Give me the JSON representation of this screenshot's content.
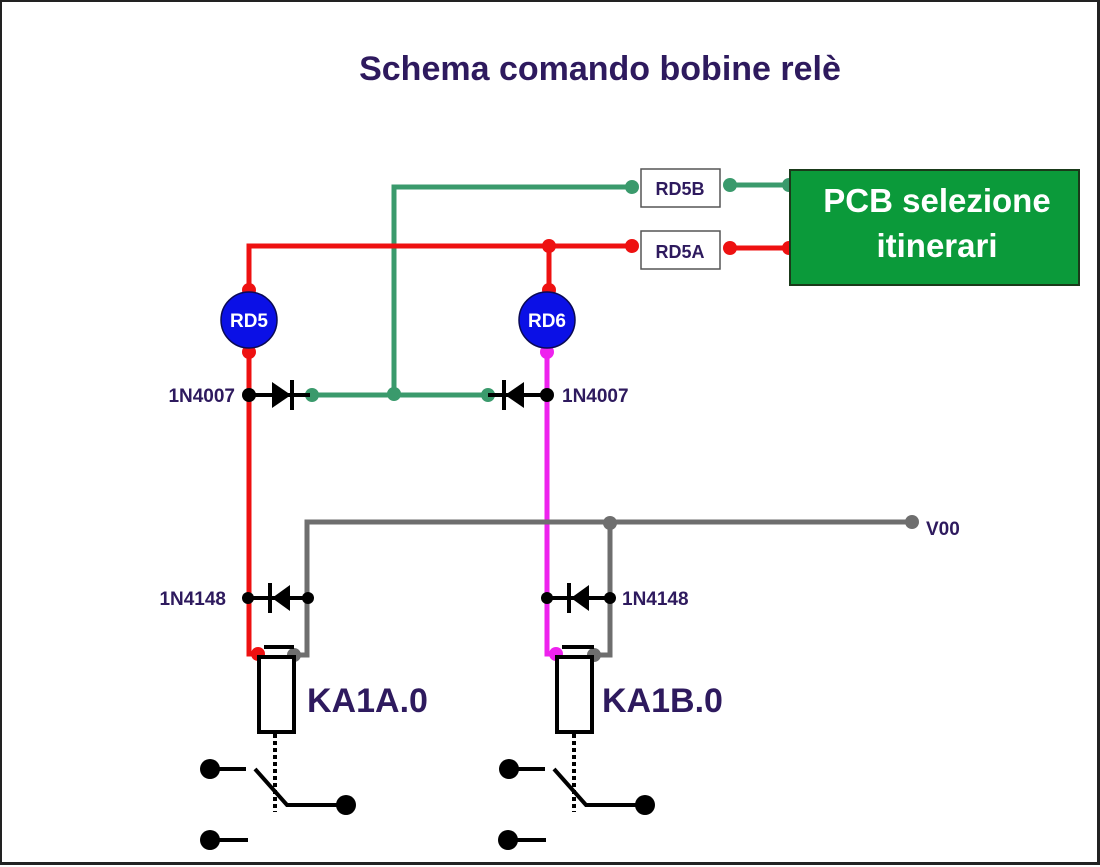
{
  "title": "Schema comando bobine relè",
  "colors": {
    "title": "#2e1a5e",
    "red_wire": "#ee1111",
    "green_wire": "#3a9a6c",
    "magenta_wire": "#ee22ee",
    "gray_wire": "#6e6e6e",
    "pcb_fill": "#0b9a3a",
    "coil_fill": "#0b10e6"
  },
  "pcb": {
    "line1": "PCB selezione",
    "line2": "itinerari"
  },
  "connectors": {
    "rd5b": "RD5B",
    "rd5a": "RD5A"
  },
  "lamps": {
    "rd5": "RD5",
    "rd6": "RD6"
  },
  "diodes": {
    "left_upper": "1N4007",
    "right_upper": "1N4007",
    "left_lower": "1N4148",
    "right_lower": "1N4148"
  },
  "supply": {
    "v00": "V00"
  },
  "relays": {
    "left": "KA1A.0",
    "right": "KA1B.0"
  }
}
